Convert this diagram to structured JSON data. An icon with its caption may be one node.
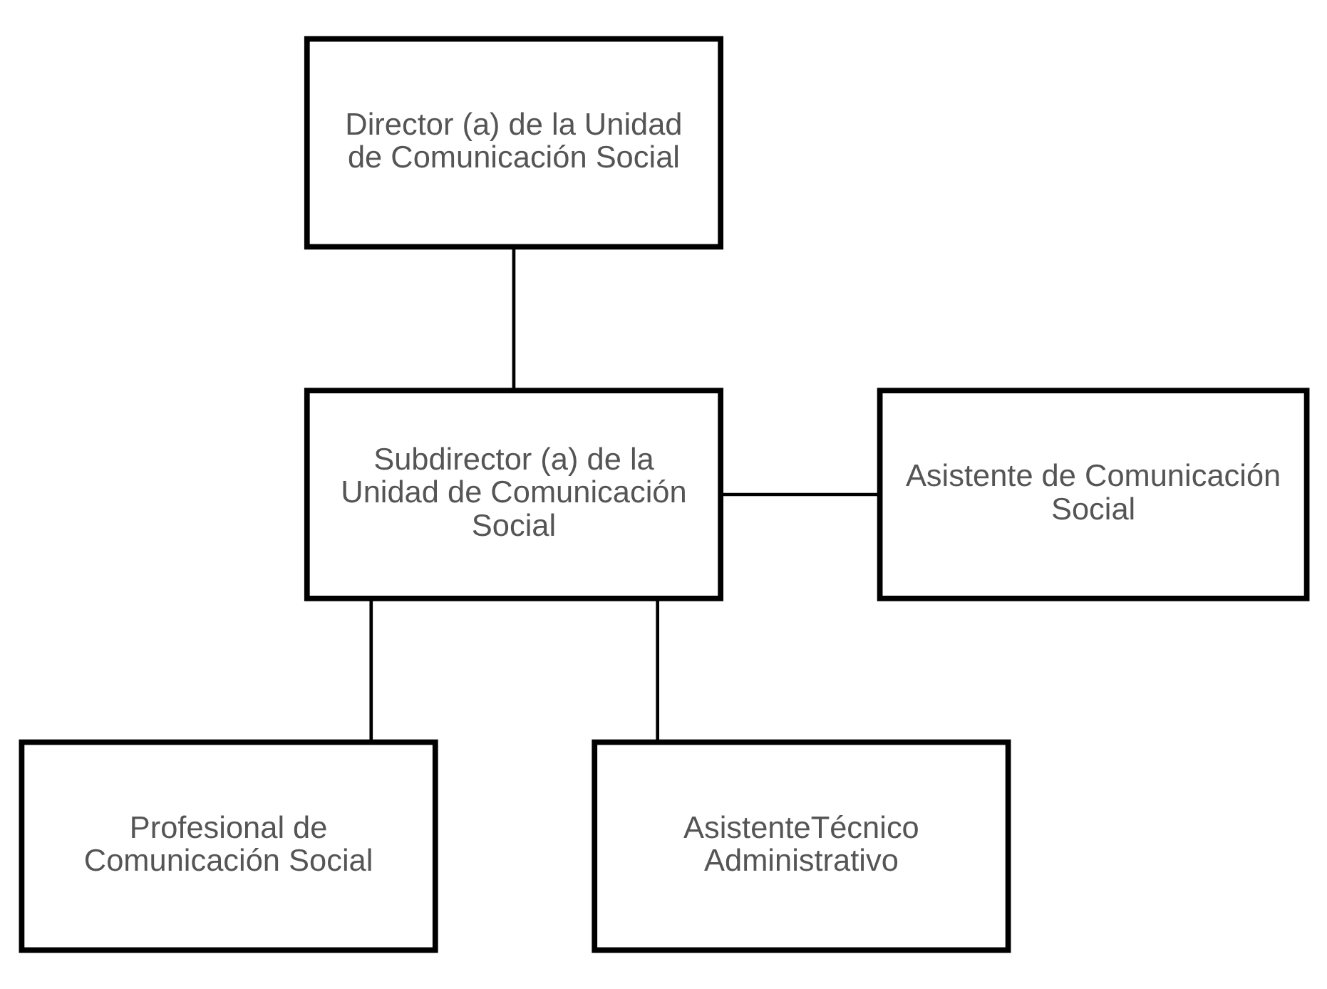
{
  "diagram": {
    "nodes": [
      {
        "text": [
          "Director (a) de la Unidad de Comunicación Social"
        ]
      },
      {
        "text": [
          "Subdirector (a) de la Unidad de Comunicación Social"
        ]
      },
      {
        "text": [
          "Asistente de Comunicación Social"
        ]
      },
      {
        "text": [
          "Profesional de Comunicación Social"
        ]
      },
      {
        "text": [
          "AsistenteTécnico Administrativo"
        ]
      }
    ],
    "edges": [
      {
        "from": 0,
        "to": 1,
        "arrow": "none"
      },
      {
        "from": 1,
        "to": 2,
        "arrow": "none"
      },
      {
        "from": 1,
        "to": 3,
        "arrow": "none"
      },
      {
        "from": 1,
        "to": 4,
        "arrow": "none"
      }
    ]
  }
}
